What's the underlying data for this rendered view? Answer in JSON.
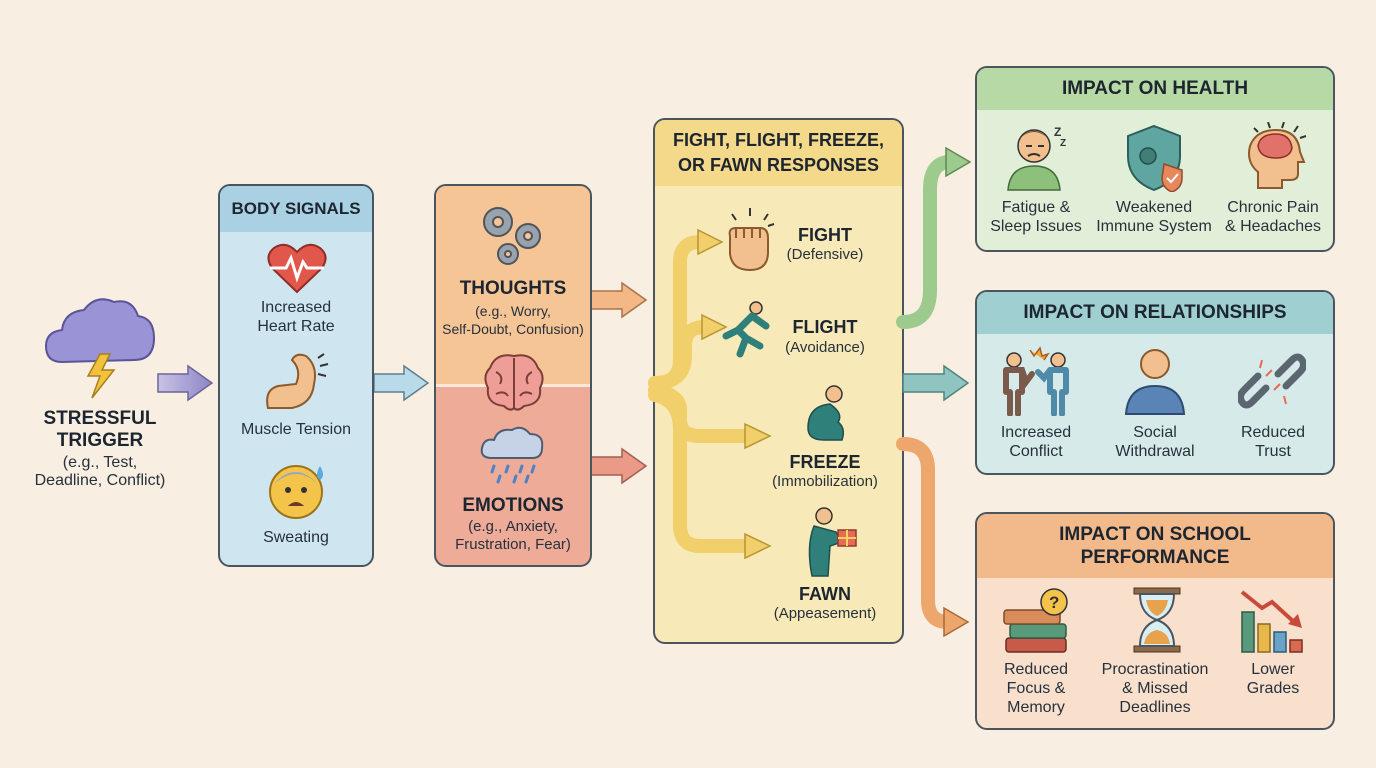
{
  "trigger": {
    "title": "STRESSFUL\nTRIGGER",
    "desc": "(e.g., Test,\nDeadline, Conflict)"
  },
  "body_signals": {
    "header": "BODY SIGNALS",
    "items": [
      {
        "label": "Increased\nHeart Rate",
        "icon": "heart-rate-icon"
      },
      {
        "label": "Muscle Tension",
        "icon": "flexed-arm-icon"
      },
      {
        "label": "Sweating",
        "icon": "sweating-face-icon"
      }
    ]
  },
  "mind": {
    "thoughts_title": "THOUGHTS",
    "thoughts_desc": "(e.g., Worry,\nSelf-Doubt, Confusion)",
    "emotions_title": "EMOTIONS",
    "emotions_desc": "(e.g., Anxiety,\nFrustration, Fear)"
  },
  "responses": {
    "header": "FIGHT, FLIGHT, FREEZE,\nOR FAWN RESPONSES",
    "items": [
      {
        "title": "FIGHT",
        "desc": "(Defensive)",
        "icon": "fist-icon"
      },
      {
        "title": "FLIGHT",
        "desc": "(Avoidance)",
        "icon": "running-person-icon"
      },
      {
        "title": "FREEZE",
        "desc": "(Immobilization)",
        "icon": "curled-person-icon"
      },
      {
        "title": "FAWN",
        "desc": "(Appeasement)",
        "icon": "gift-giving-person-icon"
      }
    ]
  },
  "impacts": [
    {
      "header": "IMPACT ON HEALTH",
      "color": "#b7d9a6",
      "items": [
        {
          "label": "Fatigue &\nSleep Issues"
        },
        {
          "label": "Weakened\nImmune System"
        },
        {
          "label": "Chronic Pain\n& Headaches"
        }
      ]
    },
    {
      "header": "IMPACT ON RELATIONSHIPS",
      "color": "#9fcfd0",
      "items": [
        {
          "label": "Increased\nConflict"
        },
        {
          "label": "Social\nWithdrawal"
        },
        {
          "label": "Reduced\nTrust"
        }
      ]
    },
    {
      "header": "IMPACT ON SCHOOL\nPERFORMANCE",
      "color": "#f2b98a",
      "items": [
        {
          "label": "Reduced\nFocus &\nMemory"
        },
        {
          "label": "Procrastination\n& Missed\nDeadlines"
        },
        {
          "label": "Lower\nGrades"
        }
      ]
    }
  ],
  "colors": {
    "background": "#f8efe2",
    "body_signals": "#cfe6f1",
    "thoughts": "#f6c596",
    "emotions": "#eeab98",
    "responses": "#f8eab8",
    "arrow_yellow": "#f1cf6a",
    "arrow_green": "#9ccb8d",
    "arrow_teal": "#8fc4c1",
    "arrow_orange": "#eda66c"
  }
}
